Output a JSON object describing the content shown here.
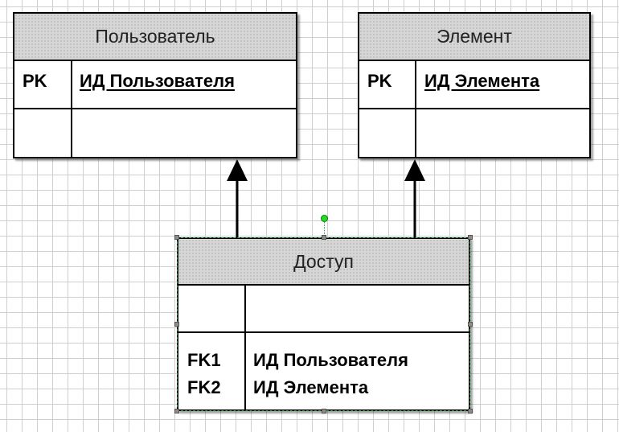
{
  "diagram": {
    "entities": {
      "user": {
        "title": "Пользователь",
        "key_label": "PK",
        "key_field": "ИД Пользователя"
      },
      "element": {
        "title": "Элемент",
        "key_label": "PK",
        "key_field": "ИД Элемента"
      },
      "access": {
        "title": "Доступ",
        "fk_labels": [
          "FK1",
          "FK2"
        ],
        "fk_fields": [
          "ИД Пользователя",
          "ИД Элемента"
        ]
      }
    },
    "relationships": [
      {
        "from": "Доступ",
        "to": "Пользователь",
        "via": "FK1"
      },
      {
        "from": "Доступ",
        "to": "Элемент",
        "via": "FK2"
      }
    ],
    "colors": {
      "header_fill": "#d6d6d6",
      "border": "#000000",
      "selection": "#2ea043",
      "grid": "#cfcfcf"
    }
  }
}
